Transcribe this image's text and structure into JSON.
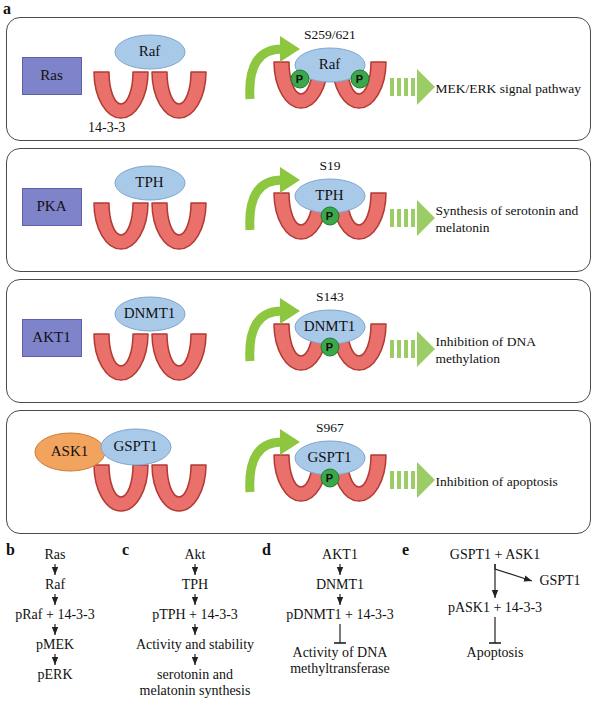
{
  "diagram": {
    "nodes": [
      {
        "text": [
          "MEK/ERK signal pathway"
        ]
      },
      {
        "text": [
          "Ras"
        ],
        "in": 0
      },
      {
        "text": [
          "Raf"
        ],
        "in": 0
      },
      {
        "text": [
          "Raf"
        ],
        "in": 0
      },
      {
        "text": [
          "P"
        ],
        "in": 0
      },
      {
        "text": [
          "P"
        ],
        "in": 0
      },
      {
        "text": [
          "Synthesis of serotonin and melatonin"
        ]
      },
      {
        "text": [
          "PKA"
        ],
        "in": 6
      },
      {
        "text": [
          "TPH"
        ],
        "in": 6
      },
      {
        "text": [
          "TPH"
        ],
        "in": 6
      },
      {
        "text": [
          "P"
        ],
        "in": 6
      },
      {
        "text": [
          "Inhibition of DNA methylation"
        ]
      },
      {
        "text": [
          "AKT1"
        ],
        "in": 11
      },
      {
        "text": [
          "DNMT1"
        ],
        "in": 11
      },
      {
        "text": [
          "DNMT1"
        ],
        "in": 11
      },
      {
        "text": [
          "P"
        ],
        "in": 11
      },
      {
        "text": [
          "Inhibition of apoptosis"
        ]
      },
      {
        "text": [
          "ASK1"
        ],
        "in": 16
      },
      {
        "text": [
          "GSPT1"
        ],
        "in": 16
      },
      {
        "text": [
          "GSPT1"
        ],
        "in": 16
      },
      {
        "text": [
          "P"
        ],
        "in": 16
      },
      {
        "text": [
          "Ras"
        ]
      },
      {
        "text": [
          "Raf"
        ]
      },
      {
        "text": [
          "pRaf + 14-3-3"
        ]
      },
      {
        "text": [
          "pMEK"
        ]
      },
      {
        "text": [
          "pERK"
        ]
      },
      {
        "text": [
          "Akt"
        ]
      },
      {
        "text": [
          "TPH"
        ]
      },
      {
        "text": [
          "pTPH + 14-3-3"
        ]
      },
      {
        "text": [
          "Activity and stability"
        ]
      },
      {
        "text": [
          "serotonin and melatonin synthesis"
        ]
      },
      {
        "text": [
          "AKT1"
        ]
      },
      {
        "text": [
          "DNMT1"
        ]
      },
      {
        "text": [
          "pDNMT1 + 14-3-3"
        ]
      },
      {
        "text": [
          "Activity of DNA methyltransferase"
        ]
      },
      {
        "text": [
          "GSPT1 + ASK1"
        ]
      },
      {
        "text": [
          "GSPT1"
        ]
      },
      {
        "text": [
          "pASK1 + 14-3-3"
        ]
      },
      {
        "text": [
          "Apoptosis"
        ]
      }
    ],
    "edges": [
      {
        "from": 21,
        "to": 22,
        "arrow": "to"
      },
      {
        "from": 22,
        "to": 23,
        "arrow": "to"
      },
      {
        "from": 23,
        "to": 24,
        "arrow": "to"
      },
      {
        "from": 24,
        "to": 25,
        "arrow": "to"
      },
      {
        "from": 26,
        "to": 27,
        "arrow": "to"
      },
      {
        "from": 27,
        "to": 28,
        "arrow": "to"
      },
      {
        "from": 28,
        "to": 29,
        "arrow": "to"
      },
      {
        "from": 29,
        "to": 30,
        "arrow": "to"
      },
      {
        "from": 31,
        "to": 32,
        "arrow": "to"
      },
      {
        "from": 32,
        "to": 33,
        "arrow": "to"
      },
      {
        "from": 33,
        "to": 34,
        "arrow": "to"
      },
      {
        "from": 35,
        "to": 36,
        "arrow": "to"
      },
      {
        "from": 35,
        "to": 37,
        "arrow": "to"
      },
      {
        "from": 37,
        "to": 38,
        "arrow": "to"
      }
    ],
    "labels": [
      "a",
      "14-3-3",
      "S259/621",
      "S19",
      "S143",
      "S967",
      "b",
      "c",
      "d",
      "e"
    ]
  }
}
